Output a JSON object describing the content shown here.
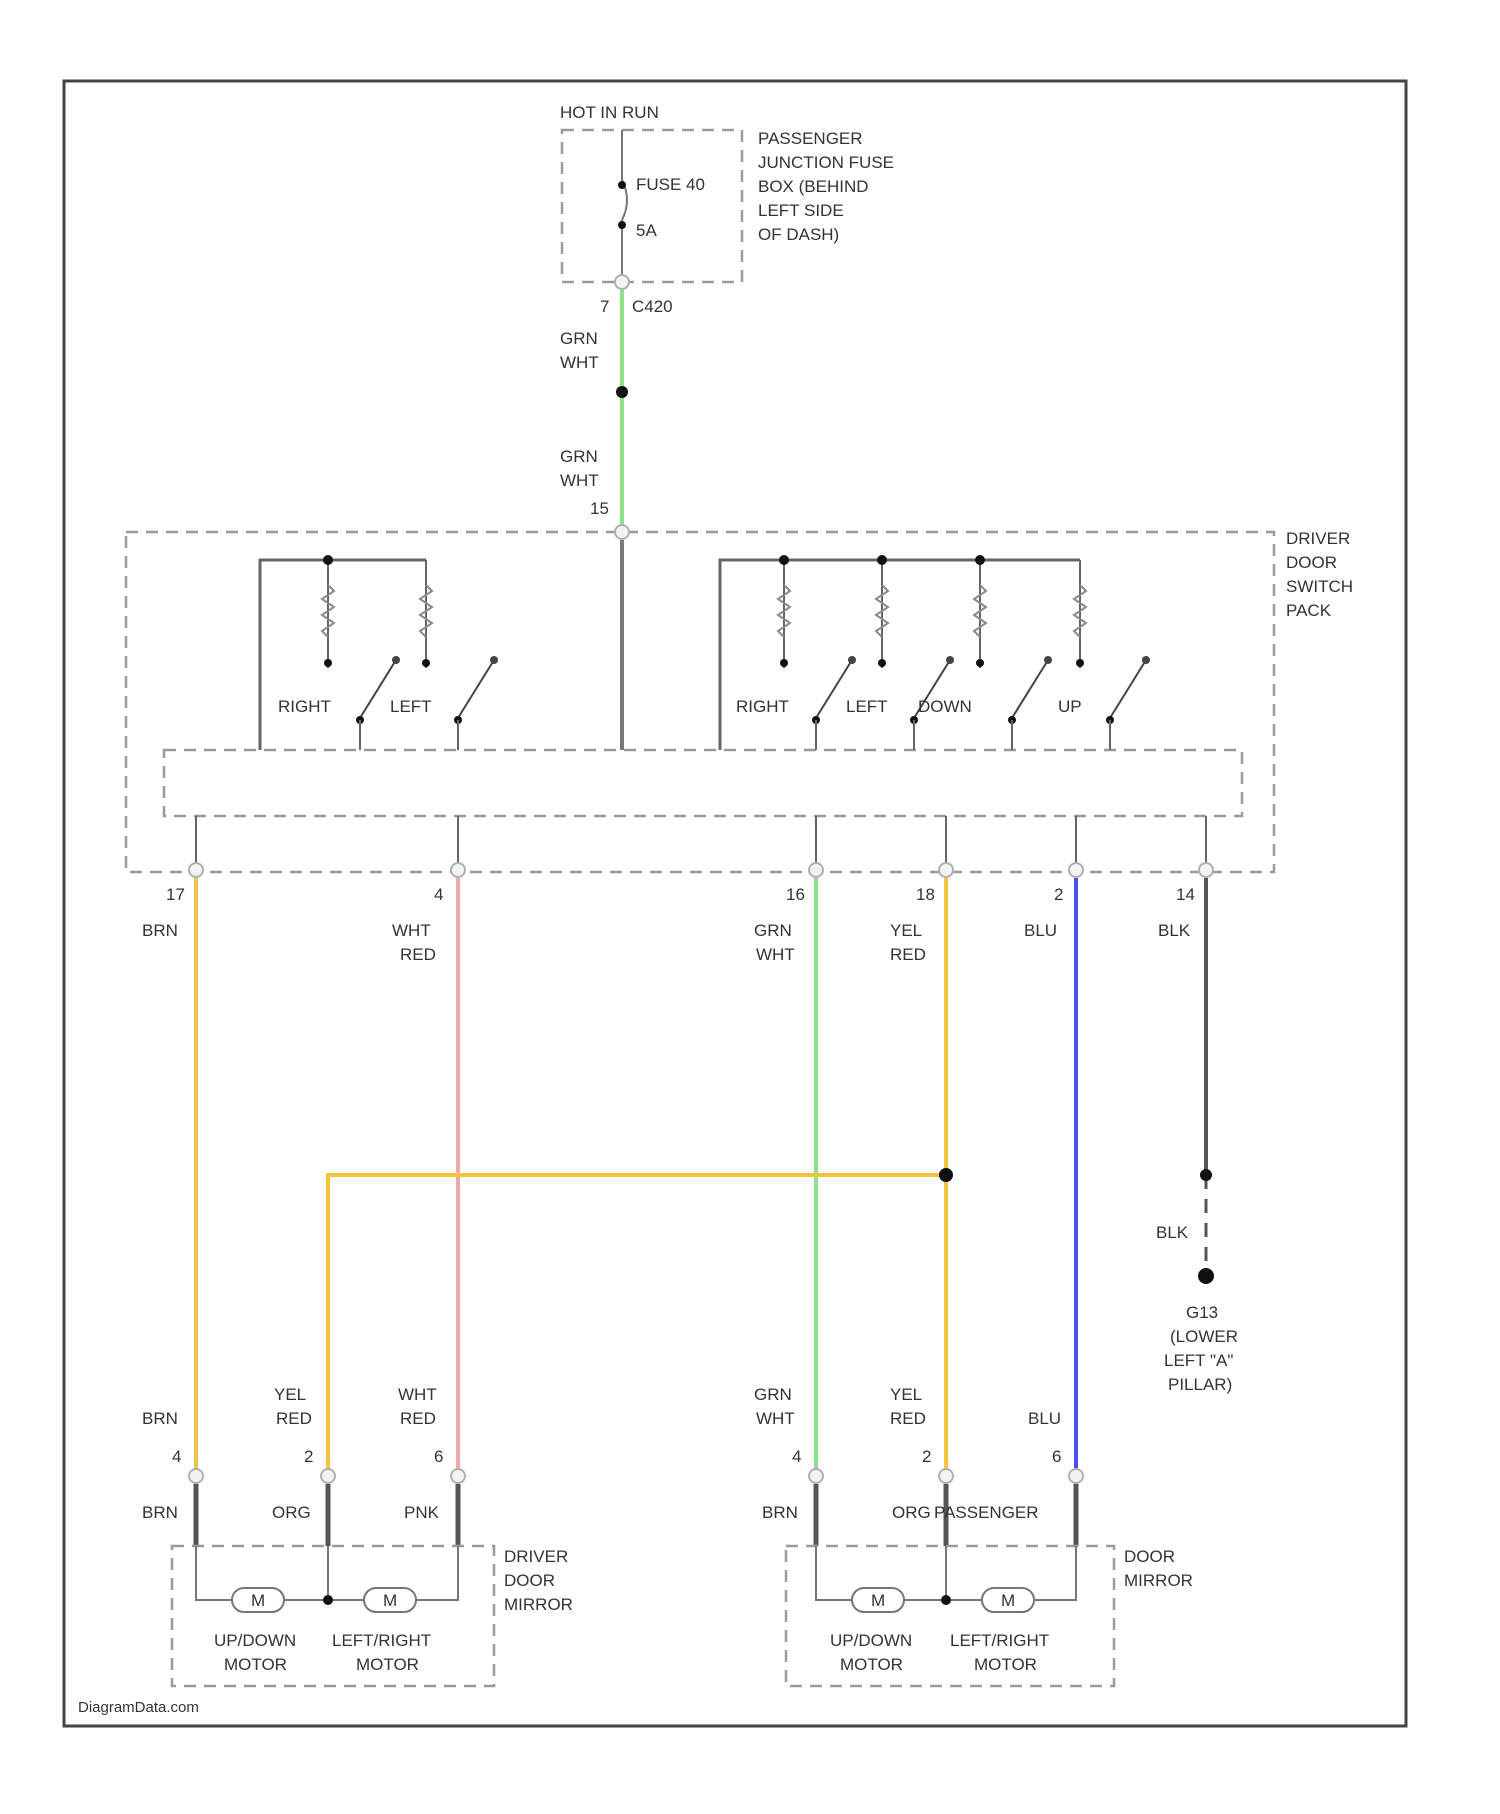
{
  "fuse_box": {
    "supply_label": "HOT IN RUN",
    "fuse_label": "FUSE 40",
    "amp_label": "5A",
    "description": [
      "PASSENGER",
      "JUNCTION FUSE",
      "BOX (BEHIND",
      "LEFT SIDE",
      "OF DASH)"
    ],
    "connector_pin": "7",
    "connector_id": "C420"
  },
  "feed_wire": {
    "upper_color": [
      "GRN",
      "WHT"
    ],
    "lower_color": [
      "GRN",
      "WHT"
    ],
    "pin": "15"
  },
  "switch_pack": {
    "description": [
      "DRIVER",
      "DOOR",
      "SWITCH",
      "PACK"
    ],
    "left_switch_labels": [
      "RIGHT",
      "LEFT"
    ],
    "right_switch_labels": [
      "RIGHT",
      "LEFT",
      "DOWN",
      "UP"
    ]
  },
  "output_pins": [
    {
      "pin": "17",
      "color": [
        "BRN"
      ]
    },
    {
      "pin": "4",
      "color": [
        "WHT",
        "RED"
      ]
    },
    {
      "pin": "16",
      "color": [
        "GRN",
        "WHT"
      ]
    },
    {
      "pin": "18",
      "color": [
        "YEL",
        "RED"
      ]
    },
    {
      "pin": "2",
      "color": [
        "BLU"
      ]
    },
    {
      "pin": "14",
      "color": [
        "BLK"
      ]
    }
  ],
  "ground": {
    "wire_color": "BLK",
    "description": [
      "G13",
      "(LOWER",
      "LEFT \"A\"",
      "PILLAR)"
    ]
  },
  "driver_mirror": {
    "wire_labels": [
      [
        "BRN"
      ],
      [
        "YEL",
        "RED"
      ],
      [
        "WHT",
        "RED"
      ]
    ],
    "pins": [
      "4",
      "2",
      "6"
    ],
    "pigtail_labels": [
      "BRN",
      "ORG",
      "PNK"
    ],
    "description": [
      "DRIVER",
      "DOOR",
      "MIRROR"
    ],
    "motor_symbol": "M",
    "motor_labels": [
      [
        "UP/DOWN",
        "MOTOR"
      ],
      [
        "LEFT/RIGHT",
        "MOTOR"
      ]
    ]
  },
  "passenger_mirror": {
    "wire_labels": [
      [
        "GRN",
        "WHT"
      ],
      [
        "YEL",
        "RED"
      ],
      [
        "BLU"
      ]
    ],
    "pins": [
      "4",
      "2",
      "6"
    ],
    "pigtail_labels": [
      "BRN",
      "ORG",
      ""
    ],
    "overlap_label": "PASSENGER",
    "description": [
      "DOOR",
      "MIRROR"
    ],
    "motor_symbol": "M",
    "motor_labels": [
      [
        "UP/DOWN",
        "MOTOR"
      ],
      [
        "LEFT/RIGHT",
        "MOTOR"
      ]
    ]
  },
  "footer": "DiagramData.com",
  "colors": {
    "brn_wire": "#e8c84a",
    "wht_red_wire": "#f2a8a8",
    "grn_wht_wire": "#8fe08a",
    "yel_red_wire": "#f6c33a",
    "blu_wire": "#4b52f2",
    "blk_wire": "#555555",
    "feed_wire": "#8fe08a"
  }
}
